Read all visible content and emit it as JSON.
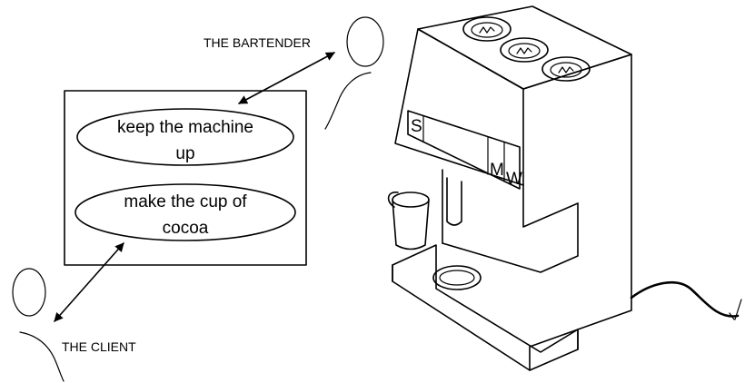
{
  "actors": {
    "bartender": "THE BARTENDER",
    "client": "THE CLIENT"
  },
  "use_cases": {
    "keep_machine_up": [
      "keep the machine",
      "up"
    ],
    "make_cup_of_cocoa": [
      "make the cup of",
      "cocoa"
    ]
  },
  "machine": {
    "panel_letter_left": "S",
    "panel_letter_mid": "M",
    "panel_letter_right": "W"
  },
  "colors": {
    "ink": "#000000",
    "background": "#ffffff"
  }
}
